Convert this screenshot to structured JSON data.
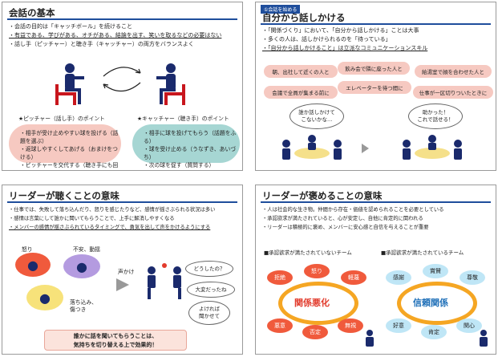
{
  "slide1": {
    "title": "会話の基本",
    "bullets": [
      "・会話の目的は「キャッチボール」を続けること",
      "・有益である、学びがある、オチがある、結論を出す、笑いを取るなどの必要はない",
      "・話し手（ピッチャー）と聴き手（キャッチャー）の両方をバランスよく"
    ],
    "pitcher_label": "★ピッチャー（話し手）のポイント",
    "catcher_label": "★キャッチャー（聴き手）のポイント",
    "pitcher_points": [
      "・相手が受け止めやすい球を投げる（話題を選ぶ）",
      "・返球しやすくしてあげる（おまけをつける）",
      "・ピッチャーを交代する（聴き手にも回る）"
    ],
    "catcher_points": [
      "・相手に球を投げてもらう（話題をふる）",
      "・球を受け止める（うなずき、あいづち）",
      "・次の球を促す（質問する）"
    ]
  },
  "slide2": {
    "tag": "①会話を始める",
    "title": "自分から話しかける",
    "bullets": [
      "・「関係づくり」において、「自分から話しかける」ことは大事",
      "・多くの人は、話しかけられるのを「待っている」",
      "・「自分から話しかけること」は立派なコミュニケーションスキル"
    ],
    "pills": [
      "朝、出社して近くの人と",
      "飲み会で隣に座った人と",
      "給湯室で顔を合わせた人と",
      "会議で全員が集まる前に",
      "エレベーターを待つ間に",
      "仕事が一区切りついたときに"
    ],
    "cloud_left": "誰か話しかけて\nこないかな…",
    "cloud_right": "助かった！\nこれで話せる！"
  },
  "slide3": {
    "title": "リーダーが聴くことの意味",
    "bullets": [
      "・仕事では、失敗して落ち込んだり、怒りを感じたりなど、感情が揺さぶられる状況は多い",
      "・感情は言葉にして誰かに聞いてもらうことで、上手に解消しやすくなる",
      "・メンバーの感情が揺さぶられているタイミングで、勇気を出して声をかけるようにする"
    ],
    "label_anger": "怒り",
    "label_anxiety": "不安、動揺",
    "label_down": "落ち込み、\n傷つき",
    "label_voice": "声かけ",
    "clouds": [
      "どうしたの？",
      "大変だったね",
      "よければ\n聞かせて"
    ],
    "callout": "誰かに話を聞いてもらうことは、\n気持ちを切り替える上で効果的！"
  },
  "slide4": {
    "title": "リーダーが褒めることの意味",
    "bullets": [
      "・人は社会的な生き物。仲間から存在・価値を認められることを必要としている",
      "・承認欲求が満たされていると、心が安定し、自他に肯定的に関われる",
      "・リーダーは積極的に褒め、メンバーに安心感と自信を与えることが重要"
    ],
    "left_heading": "■承認欲求が満たされていないチーム",
    "right_heading": "■承認欲求が満たされているチーム",
    "left_center": "関係悪化",
    "right_center": "信頼関係",
    "left_ovals": [
      "拒絶",
      "怒り",
      "軽蔑",
      "悪意",
      "否定",
      "無視"
    ],
    "right_ovals": [
      "感謝",
      "賞賛",
      "尊敬",
      "好意",
      "肯定",
      "関心"
    ],
    "colors": {
      "rule": "#1f4e9c",
      "pink": "#f6c9c1",
      "teal": "#a6d6d3",
      "red_oval": "#f05a3c",
      "blue_oval": "#bfe6f6",
      "orange": "#f5a623",
      "blue_text": "#1e6fb8"
    }
  }
}
